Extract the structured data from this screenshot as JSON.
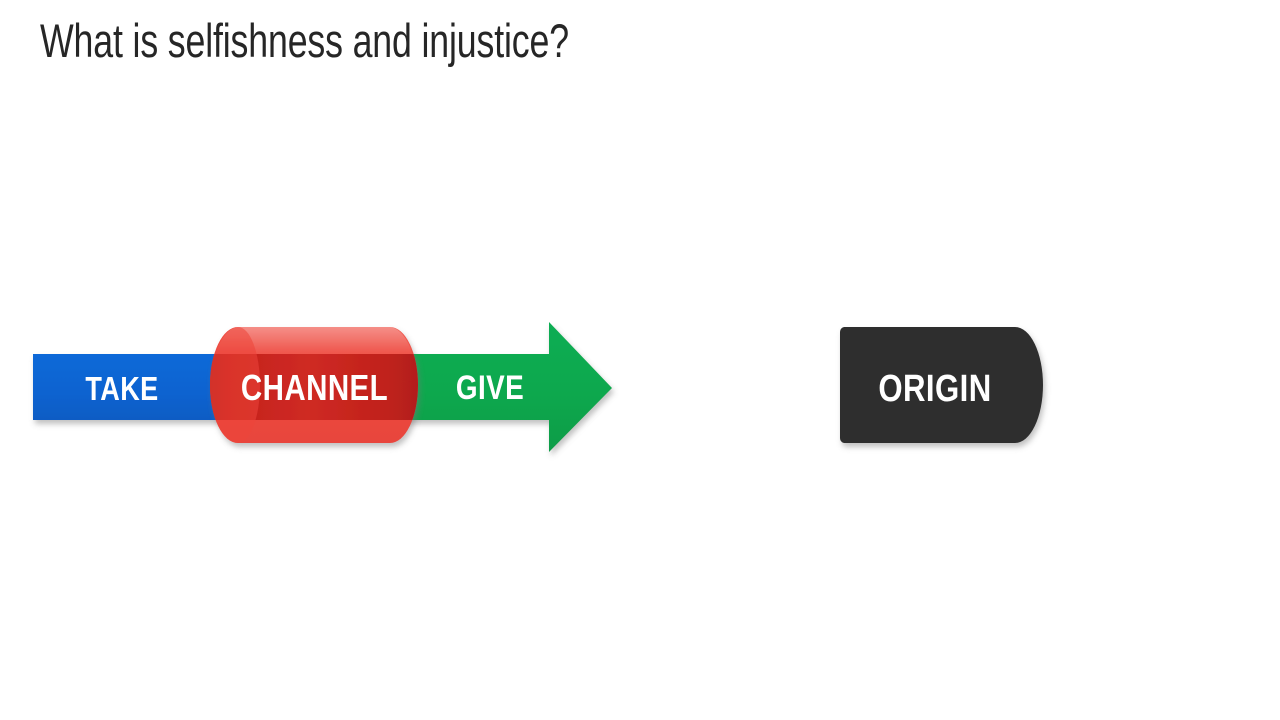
{
  "slide": {
    "title": "What is selfishness and injustice?",
    "background_color": "#ffffff"
  },
  "diagram": {
    "type": "process-arrow",
    "stages": [
      {
        "id": "take",
        "label": "TAKE",
        "shape": "rectangle",
        "fill_color": "#0d63d0",
        "text_color": "#ffffff"
      },
      {
        "id": "channel",
        "label": "CHANNEL",
        "shape": "cylinder",
        "fill_color": "#c0211c",
        "cap_color": "#ef4136",
        "text_color": "#ffffff"
      },
      {
        "id": "give",
        "label": "GIVE",
        "shape": "arrow",
        "fill_color": "#0da84e",
        "text_color": "#ffffff"
      }
    ]
  },
  "origin": {
    "label": "ORIGIN",
    "shape": "rounded-cap-rectangle",
    "fill_color": "#2e2e2e",
    "text_color": "#ffffff"
  }
}
